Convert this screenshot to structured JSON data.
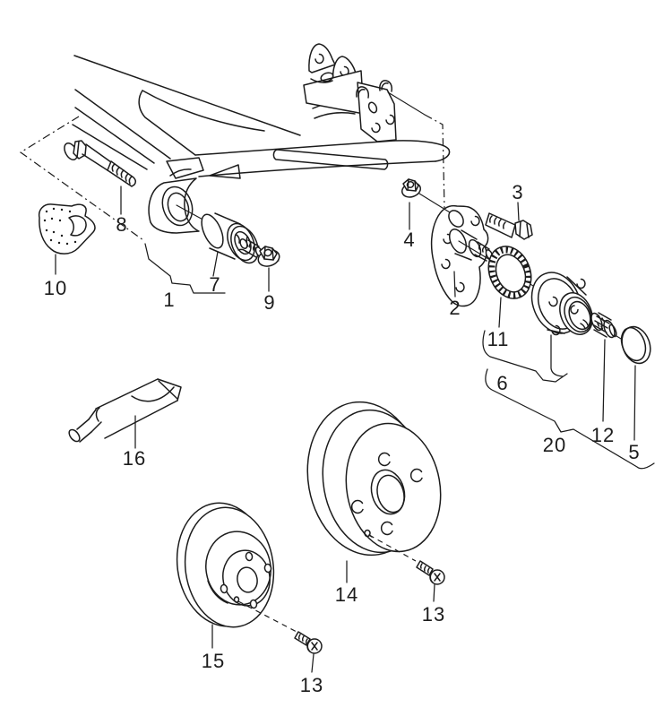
{
  "figure": {
    "background": "#ffffff",
    "line_color": "#1c1c1c"
  },
  "callouts": {
    "1": "1",
    "2": "2",
    "3": "3",
    "4": "4",
    "5": "5",
    "6": "6",
    "7": "7",
    "8": "8",
    "9": "9",
    "10": "10",
    "11": "11",
    "12": "12",
    "13": "13",
    "14": "14",
    "15": "15",
    "16": "16",
    "20": "20"
  },
  "parts": [
    {
      "callout": "1",
      "name": "axle-beam-trailing-arm"
    },
    {
      "callout": "2",
      "name": "stub-axle-flange"
    },
    {
      "callout": "3",
      "name": "hex-bolt"
    },
    {
      "callout": "4",
      "name": "hex-flange-nut"
    },
    {
      "callout": "5",
      "name": "dust-cap"
    },
    {
      "callout": "6",
      "name": "wheel-hub"
    },
    {
      "callout": "7",
      "name": "rubber-bushing"
    },
    {
      "callout": "8",
      "name": "long-hex-bolt"
    },
    {
      "callout": "9",
      "name": "hex-flange-nut"
    },
    {
      "callout": "10",
      "name": "protective-bracket"
    },
    {
      "callout": "11",
      "name": "abs-rotor-ring"
    },
    {
      "callout": "12",
      "name": "twelve-point-nut"
    },
    {
      "callout": "13",
      "name": "countersunk-screw"
    },
    {
      "callout": "14",
      "name": "brake-drum"
    },
    {
      "callout": "15",
      "name": "brake-disc"
    },
    {
      "callout": "16",
      "name": "grease-tube"
    },
    {
      "callout": "20",
      "name": "hub-assembly-group"
    }
  ]
}
